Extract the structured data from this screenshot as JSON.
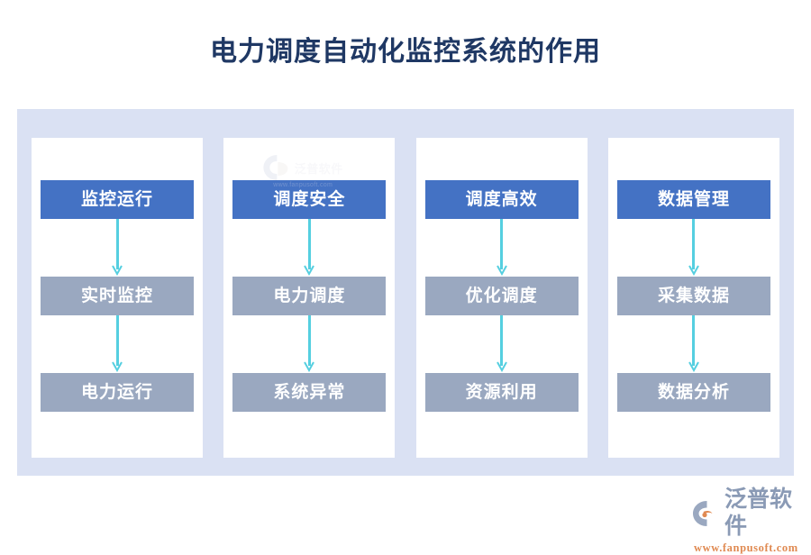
{
  "title": "电力调度自动化监控系统的作用",
  "colors": {
    "title_text": "#1f3864",
    "panel_bg": "#dae1f3",
    "card_bg": "#ffffff",
    "head_node": "#4472c4",
    "sub_node": "#9aa8c0",
    "arrow": "#55cfe0",
    "brand_text": "#8a9ab5",
    "brand_url": "#e08a52"
  },
  "columns": [
    {
      "head": "监控运行",
      "steps": [
        "实时监控",
        "电力运行"
      ]
    },
    {
      "head": "调度安全",
      "steps": [
        "电力调度",
        "系统异常"
      ]
    },
    {
      "head": "调度高效",
      "steps": [
        "优化调度",
        "资源利用"
      ]
    },
    {
      "head": "数据管理",
      "steps": [
        "采集数据",
        "数据分析"
      ]
    }
  ],
  "watermark": {
    "name": "泛普软件",
    "url": "www.fanpusoft.com"
  },
  "brand": {
    "name": "泛普软件",
    "url": "www.fanpusoft.com"
  }
}
